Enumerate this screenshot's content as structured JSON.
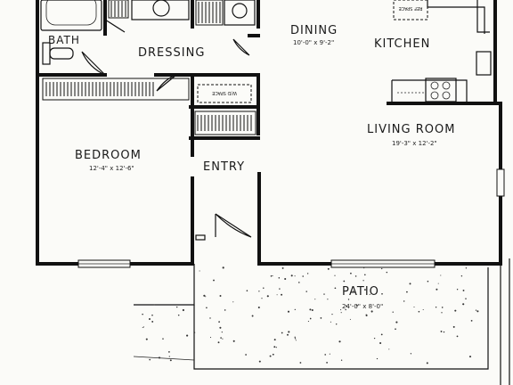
{
  "rooms": {
    "bath": {
      "name": "BATH"
    },
    "dressing": {
      "name": "DRESSING"
    },
    "dining": {
      "name": "DINING",
      "dims": "10'-0\" x 9'-2\""
    },
    "kitchen": {
      "name": "KITCHEN"
    },
    "living_room": {
      "name": "LIVING ROOM",
      "dims": "19'-3\" x 12'-2\""
    },
    "bedroom": {
      "name": "BEDROOM",
      "dims": "12'-4\" x 12'-6\""
    },
    "entry": {
      "name": "ENTRY"
    },
    "patio": {
      "name": "PATIO",
      "dims": "24'-0\" x 8'-0\""
    }
  },
  "annotations": {
    "wd_space": "W/D SPACE",
    "ref_space": "REF SPACE"
  }
}
